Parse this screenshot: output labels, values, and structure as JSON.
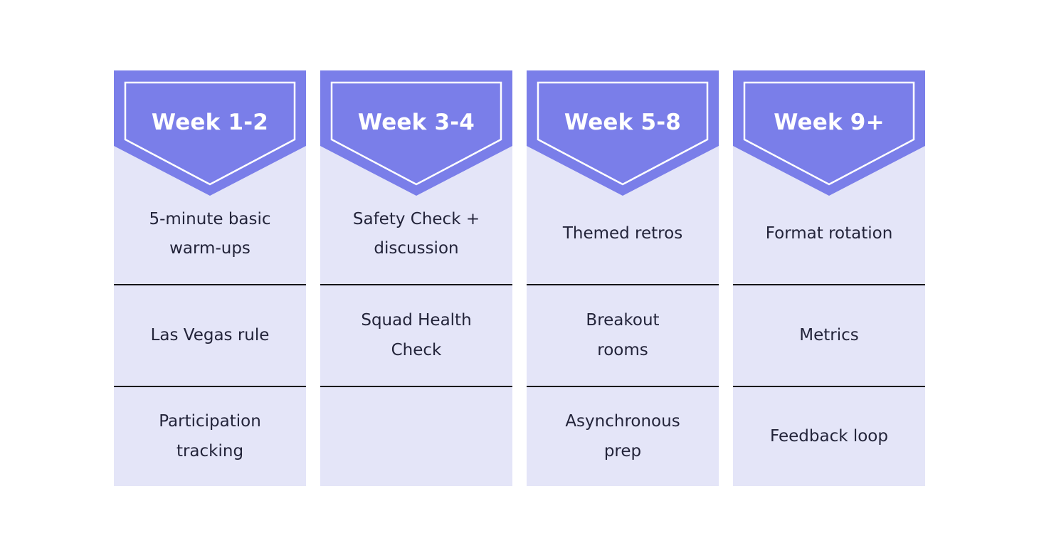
{
  "colors": {
    "banner_fill": "#7A7EE9",
    "banner_outline": "#FFFFFF",
    "banner_text": "#FFFFFF",
    "body_background": "#E4E5F8",
    "divider": "#131318",
    "item_text": "#23243A",
    "page_background": "#FFFFFF"
  },
  "columns": [
    {
      "week": "Week 1-2",
      "items": [
        "5-minute basic\nwarm-ups",
        "Las Vegas rule",
        "Participation\ntracking"
      ]
    },
    {
      "week": "Week 3-4",
      "items": [
        "Safety Check +\ndiscussion",
        "Squad Health\nCheck",
        ""
      ]
    },
    {
      "week": "Week 5-8",
      "items": [
        "Themed retros",
        "Breakout\nrooms",
        "Asynchronous\nprep"
      ]
    },
    {
      "week": "Week 9+",
      "items": [
        "Format rotation",
        "Metrics",
        "Feedback loop"
      ]
    }
  ]
}
